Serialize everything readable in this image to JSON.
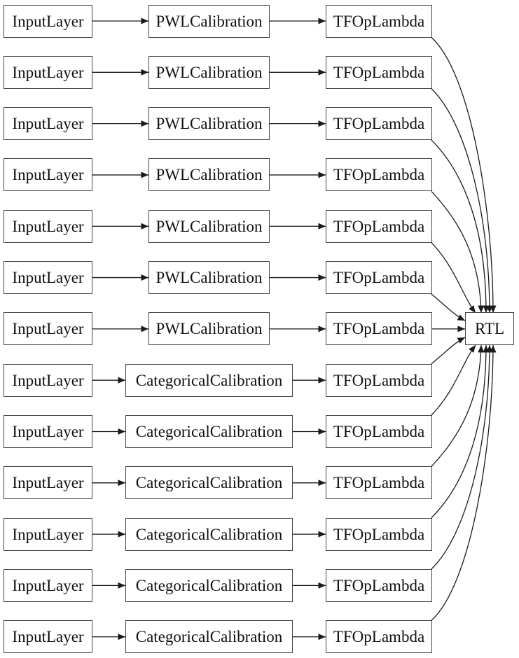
{
  "diagram": {
    "title": "model-graph",
    "output_node": "RTL",
    "rows": [
      {
        "input": "InputLayer",
        "calibration": "PWLCalibration",
        "lambda": "TFOpLambda"
      },
      {
        "input": "InputLayer",
        "calibration": "PWLCalibration",
        "lambda": "TFOpLambda"
      },
      {
        "input": "InputLayer",
        "calibration": "PWLCalibration",
        "lambda": "TFOpLambda"
      },
      {
        "input": "InputLayer",
        "calibration": "PWLCalibration",
        "lambda": "TFOpLambda"
      },
      {
        "input": "InputLayer",
        "calibration": "PWLCalibration",
        "lambda": "TFOpLambda"
      },
      {
        "input": "InputLayer",
        "calibration": "PWLCalibration",
        "lambda": "TFOpLambda"
      },
      {
        "input": "InputLayer",
        "calibration": "PWLCalibration",
        "lambda": "TFOpLambda"
      },
      {
        "input": "InputLayer",
        "calibration": "CategoricalCalibration",
        "lambda": "TFOpLambda"
      },
      {
        "input": "InputLayer",
        "calibration": "CategoricalCalibration",
        "lambda": "TFOpLambda"
      },
      {
        "input": "InputLayer",
        "calibration": "CategoricalCalibration",
        "lambda": "TFOpLambda"
      },
      {
        "input": "InputLayer",
        "calibration": "CategoricalCalibration",
        "lambda": "TFOpLambda"
      },
      {
        "input": "InputLayer",
        "calibration": "CategoricalCalibration",
        "lambda": "TFOpLambda"
      },
      {
        "input": "InputLayer",
        "calibration": "CategoricalCalibration",
        "lambda": "TFOpLambda"
      }
    ]
  },
  "colors": {
    "background": "#ffffff",
    "node_border": "#444444",
    "edge": "#1a1a1a",
    "text": "#111111"
  }
}
